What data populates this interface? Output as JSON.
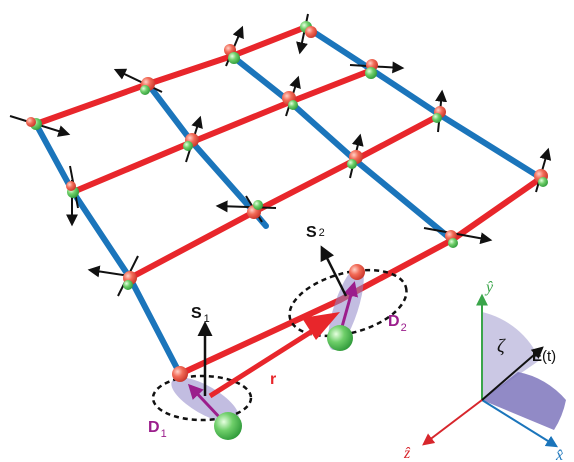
{
  "labels": {
    "s1": "S",
    "s1_sub": "1",
    "s2": "S",
    "s2_sub": "2",
    "d1": "D",
    "d1_sub": "1",
    "d2": "D",
    "d2_sub": "2",
    "r": "r",
    "zeta": "ζ",
    "efield": "E",
    "efield_arg": "(t)",
    "x_axis": "x̂",
    "y_axis": "ŷ",
    "z_axis": "ẑ"
  },
  "colors": {
    "red_bond": "#e8262b",
    "blue_bond": "#1b75bb",
    "red_atom": "#f05a4f",
    "green_atom": "#5cc15a",
    "purple": "#9b1e8c",
    "lavender": "#8f86c9",
    "axis_green": "#3aa54a",
    "axis_red": "#d7262c",
    "axis_blue": "#1b75bb",
    "wedge": "#7e76bc"
  }
}
